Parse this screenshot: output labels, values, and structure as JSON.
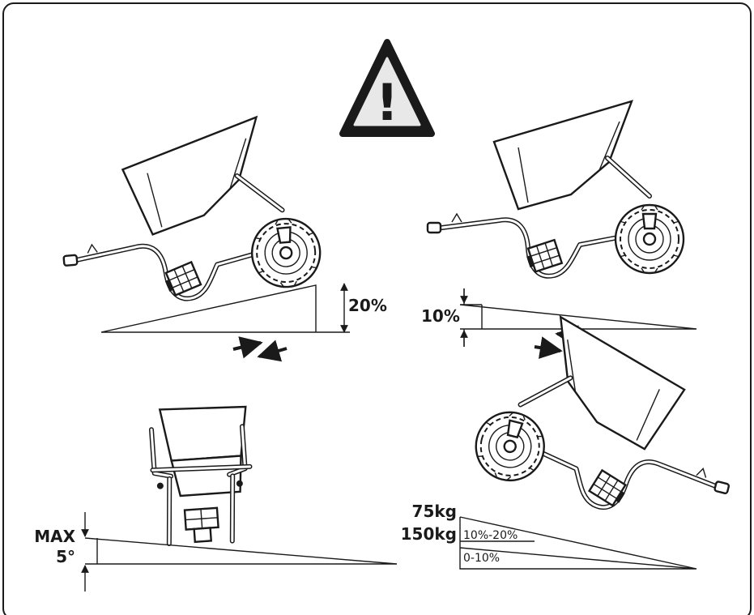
{
  "warning_symbol": {
    "icon": "warning-triangle-icon",
    "glyph": "!"
  },
  "panels": {
    "uphill": {
      "slope_label": "20%"
    },
    "downhill": {
      "slope_label": "10%"
    },
    "side_tilt": {
      "line1": "MAX",
      "line2": "5°"
    },
    "load_limits": {
      "weight_high": "75kg",
      "weight_low": "150kg",
      "band_high": "10%-20%",
      "band_low": "0-10%"
    }
  }
}
